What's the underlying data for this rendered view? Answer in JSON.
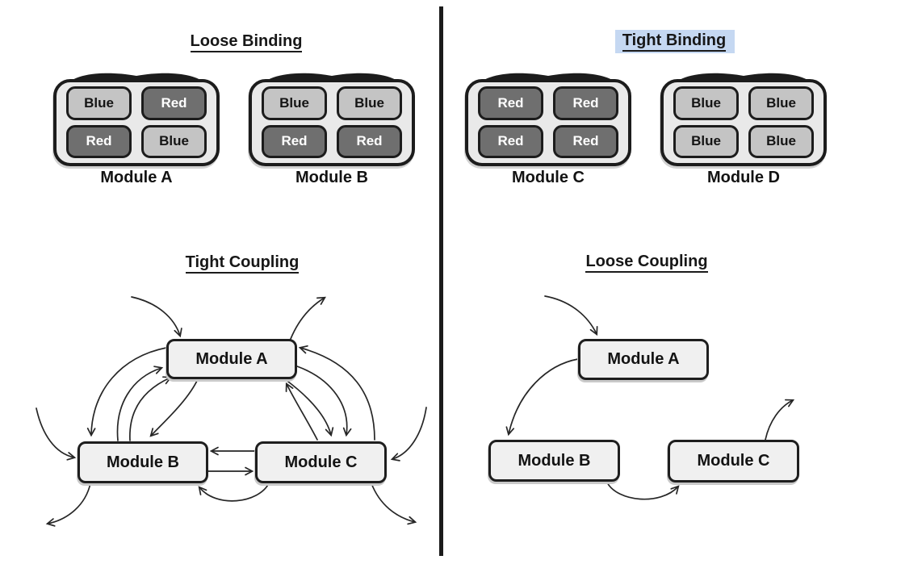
{
  "left_panel": {
    "binding": {
      "title": "Loose Binding",
      "modules": [
        {
          "label": "Module A",
          "cells": [
            {
              "text": "Blue",
              "type": "blue"
            },
            {
              "text": "Red",
              "type": "red"
            },
            {
              "text": "Red",
              "type": "red"
            },
            {
              "text": "Blue",
              "type": "blue"
            }
          ]
        },
        {
          "label": "Module B",
          "cells": [
            {
              "text": "Blue",
              "type": "blue"
            },
            {
              "text": "Blue",
              "type": "blue"
            },
            {
              "text": "Red",
              "type": "red"
            },
            {
              "text": "Red",
              "type": "red"
            }
          ]
        }
      ]
    },
    "coupling": {
      "title": "Tight Coupling",
      "nodes": [
        {
          "label": "Module A"
        },
        {
          "label": "Module B"
        },
        {
          "label": "Module C"
        }
      ],
      "edges": [
        {
          "from": "external",
          "to": "Module A"
        },
        {
          "from": "Module A",
          "to": "external"
        },
        {
          "from": "Module A",
          "to": "Module B"
        },
        {
          "from": "Module A",
          "to": "Module B"
        },
        {
          "from": "Module B",
          "to": "Module A"
        },
        {
          "from": "Module B",
          "to": "Module A"
        },
        {
          "from": "Module A",
          "to": "Module C"
        },
        {
          "from": "Module A",
          "to": "Module C"
        },
        {
          "from": "Module C",
          "to": "Module A"
        },
        {
          "from": "Module C",
          "to": "Module A"
        },
        {
          "from": "Module C",
          "to": "Module B"
        },
        {
          "from": "Module B",
          "to": "Module C"
        },
        {
          "from": "Module C",
          "to": "Module B"
        },
        {
          "from": "external",
          "to": "Module B"
        },
        {
          "from": "Module B",
          "to": "external"
        },
        {
          "from": "external",
          "to": "Module C"
        },
        {
          "from": "Module C",
          "to": "external"
        }
      ]
    }
  },
  "right_panel": {
    "binding": {
      "title": "Tight Binding",
      "title_highlighted": true,
      "modules": [
        {
          "label": "Module C",
          "cells": [
            {
              "text": "Red",
              "type": "red"
            },
            {
              "text": "Red",
              "type": "red"
            },
            {
              "text": "Red",
              "type": "red"
            },
            {
              "text": "Red",
              "type": "red"
            }
          ]
        },
        {
          "label": "Module D",
          "cells": [
            {
              "text": "Blue",
              "type": "blue"
            },
            {
              "text": "Blue",
              "type": "blue"
            },
            {
              "text": "Blue",
              "type": "blue"
            },
            {
              "text": "Blue",
              "type": "blue"
            }
          ]
        }
      ]
    },
    "coupling": {
      "title": "Loose Coupling",
      "nodes": [
        {
          "label": "Module A"
        },
        {
          "label": "Module B"
        },
        {
          "label": "Module C"
        }
      ],
      "edges": [
        {
          "from": "external",
          "to": "Module A"
        },
        {
          "from": "Module A",
          "to": "Module B"
        },
        {
          "from": "Module B",
          "to": "Module C"
        },
        {
          "from": "Module C",
          "to": "external"
        }
      ]
    }
  },
  "colors": {
    "blue_cell": "#c4c4c4",
    "red_cell": "#6f6f6f",
    "module_container_fill": "#e9e9e9",
    "coupling_node_fill": "#f0f0f0",
    "line": "#1c1c1c",
    "selection_highlight": "#c5d8f2"
  }
}
